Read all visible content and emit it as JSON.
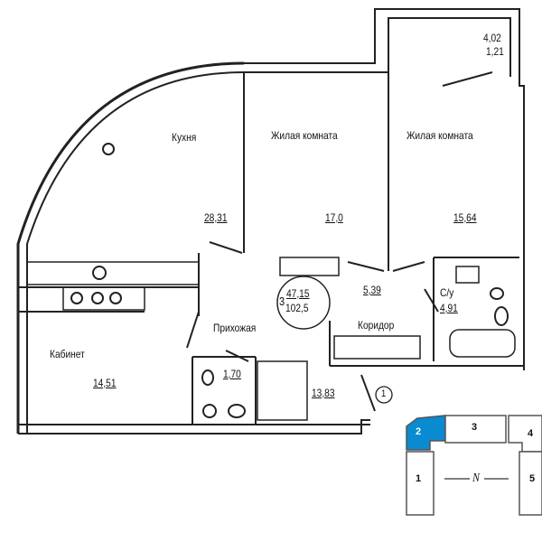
{
  "plan": {
    "balcony": {
      "area": "4,02",
      "reduced": "1,21"
    },
    "kitchen": {
      "label": "Кухня",
      "area": "28,31"
    },
    "living1": {
      "label": "Жилая комната",
      "area": "17,0"
    },
    "living2": {
      "label": "Жилая комната",
      "area": "15,64"
    },
    "hall_area": "5,39",
    "bathroom": {
      "label": "С/у",
      "area": "4,91"
    },
    "apartment": {
      "rooms": "3",
      "living_area": "47,15",
      "total_area": "102,5"
    },
    "entrance": {
      "label": "Прихожая",
      "area": "13,83"
    },
    "corridor": {
      "label": "Коридор"
    },
    "study": {
      "label": "Кабинет",
      "area": "14,51"
    },
    "wc_area": "1,70",
    "entry_marker": "1"
  },
  "keyplan": {
    "sections": [
      "1",
      "2",
      "3",
      "4",
      "5"
    ],
    "selected": "2",
    "north": "N",
    "selected_color": "#0a8ad0"
  }
}
